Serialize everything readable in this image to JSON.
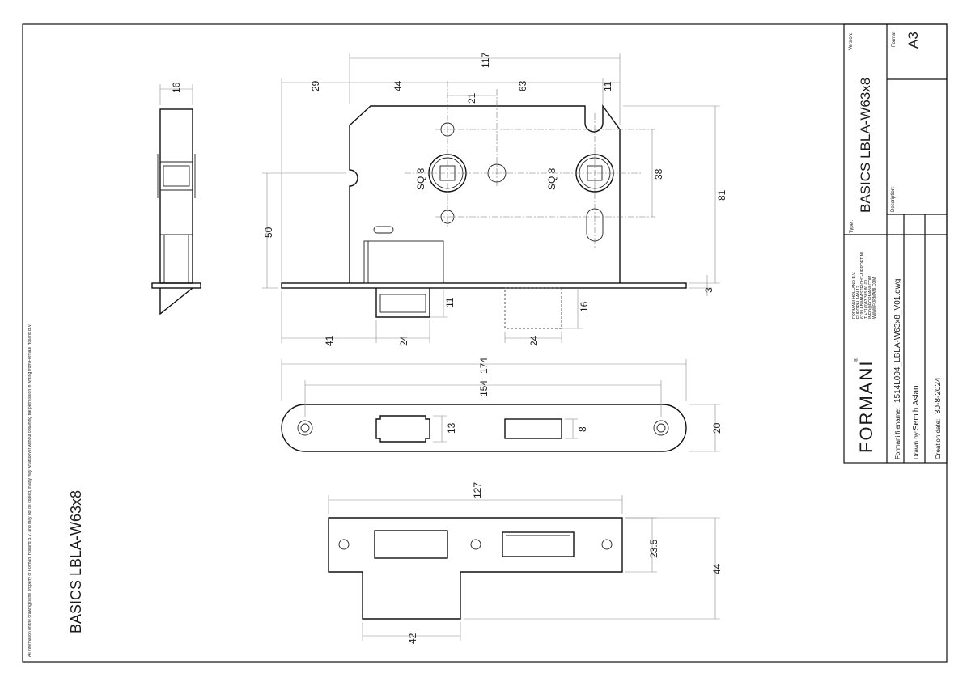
{
  "notice": "All information on the drawing is the property of Formani Holland B.V. and may not be copied, in any way whatsoever without obtaining the permission in writing from Formani Holland B.V.",
  "side_title": "BASICS LBLA-W63x8",
  "labels": {
    "sq_left": "SQ 8",
    "sq_right": "SQ 8"
  },
  "dimensions": {
    "d16_side": "16",
    "d29": "29",
    "d44_top": "44",
    "d63": "63",
    "d11_top": "11",
    "d117": "117",
    "d21": "21",
    "d38": "38",
    "d81": "81",
    "d50": "50",
    "d3": "3",
    "d11_bolt": "11",
    "d16_bolt": "16",
    "d41": "41",
    "d24_left": "24",
    "d24_right": "24",
    "d154": "154",
    "d174": "174",
    "d13": "13",
    "d8": "8",
    "d20": "20",
    "d127": "127",
    "d23_5": "23.5",
    "d44_plate": "44",
    "d42": "42"
  },
  "title_block": {
    "type_label": "Type :",
    "type_value": "BASICS LBLA-W63x8",
    "version_label": "Version:",
    "description_label": "Description:",
    "format_label": "Format",
    "format_value": "A3",
    "company_lines": [
      "FORMANI HOLLAND B.V.",
      "EUROPALAAN 12",
      "6199 AB MAASTRICHT-AIRPORT NL",
      "T +31(0)43 365 80 00",
      "INFO@FORMANI.COM",
      "WWW.FORMANI.COM"
    ],
    "logo": "FORMANI",
    "logo_mark": "®",
    "filename_label": "Formani filename:",
    "filename_value": "1514L004_LBLA-W63x8_V01.dwg",
    "drawn_label": "Drawn by:",
    "drawn_value": "Semih Aslan",
    "creation_label": "Creation date:",
    "creation_value": "30-8-2024"
  }
}
